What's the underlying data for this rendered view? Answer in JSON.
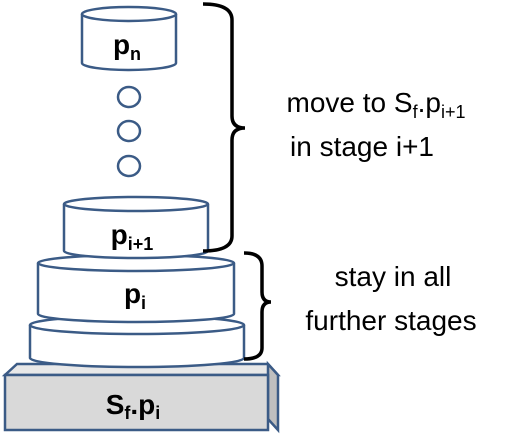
{
  "stack": {
    "top_disk": {
      "main": "p",
      "sub": "n"
    },
    "upper_disk": {
      "main": "p",
      "sub": "i+1"
    },
    "middle_disk": {
      "main": "p",
      "sub": "i"
    },
    "base": {
      "left": "S",
      "left_sub": "f",
      "dot": ".",
      "right": "p",
      "right_sub": "i"
    }
  },
  "annotations": {
    "move": {
      "line1_prefix": "move to S",
      "line1_sub_f": "f",
      "line1_mid": ".p",
      "line1_sub_i": "i+1",
      "line2": "in stage i+1"
    },
    "stay": {
      "line1": "stay in all",
      "line2": "further stages"
    }
  },
  "colors": {
    "outline": "#3b5b86",
    "base_fill": "#d9d9d9",
    "base_side": "#bfbfbf",
    "disk_fill": "#ffffff",
    "text": "#000000"
  }
}
